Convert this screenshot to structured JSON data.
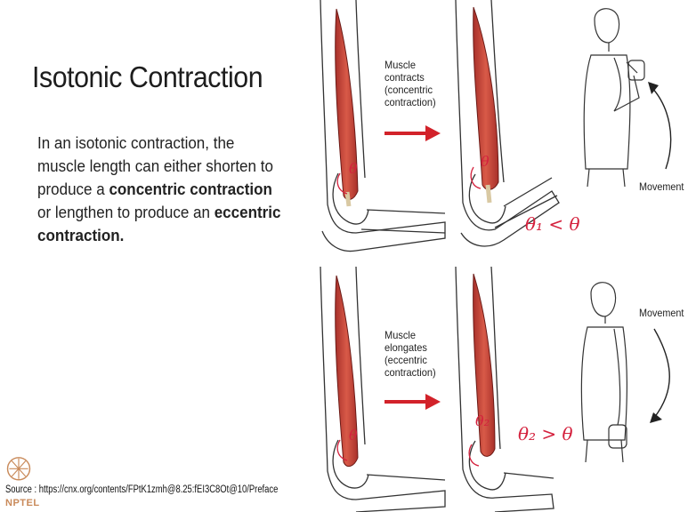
{
  "slide": {
    "title": "Isotonic Contraction",
    "intro": "In an isotonic contraction, the muscle length can either shorten to produce a ",
    "concentric": "concentric contraction",
    "middle": " or lengthen to produce an ",
    "eccentric": "eccentric contraction.",
    "source": "Source : https://cnx.org/contents/FPtK1zmh@8.25:fEI3C8Ot@10/Preface",
    "logo": "NPTEL"
  },
  "figure_top": {
    "label_line1": "Muscle",
    "label_line2": "contracts",
    "label_line3": "(concentric",
    "label_line4": "contraction)",
    "movement": "Movement",
    "note_theta": "θ",
    "note_compare": "θ₁ < θ"
  },
  "figure_bottom": {
    "label_line1": "Muscle",
    "label_line2": "elongates",
    "label_line3": "(eccentric",
    "label_line4": "contraction)",
    "movement": "Movement",
    "note_theta": "θ₂",
    "note_compare": "θ₂ > θ"
  },
  "colors": {
    "arrow": "#d2222a",
    "muscle": "#c8453b",
    "annotation": "#d4213d"
  }
}
